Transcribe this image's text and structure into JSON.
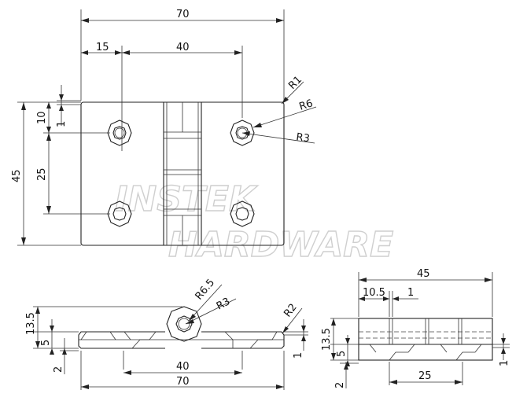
{
  "watermark": {
    "line1": "INSTEK",
    "line2": "HARDWARE"
  },
  "top_view": {
    "dim_width": "70",
    "dim_edge_to_hole": "15",
    "dim_hole_spacing": "40",
    "dim_height": "45",
    "dim_top_to_hole": "10",
    "dim_vertical_hole_spacing": "25",
    "dim_small": "1",
    "radius_corner": "R1",
    "radius_outer": "R6",
    "radius_hole": "R3"
  },
  "front_view": {
    "dim_height": "13.5",
    "dim_thickness": "5",
    "dim_offset": "2",
    "dim_hole_spacing": "40",
    "dim_width": "70",
    "radius_knuckle": "R6.5",
    "radius_pin": "R3",
    "radius_edge": "R2",
    "dim_edge": "1"
  },
  "side_view": {
    "dim_width": "45",
    "dim_edge": "10.5",
    "dim_small": "1",
    "dim_height": "13.5",
    "dim_thickness": "5",
    "dim_offset": "2",
    "dim_hole_spacing": "25",
    "dim_edge_right": "1"
  }
}
